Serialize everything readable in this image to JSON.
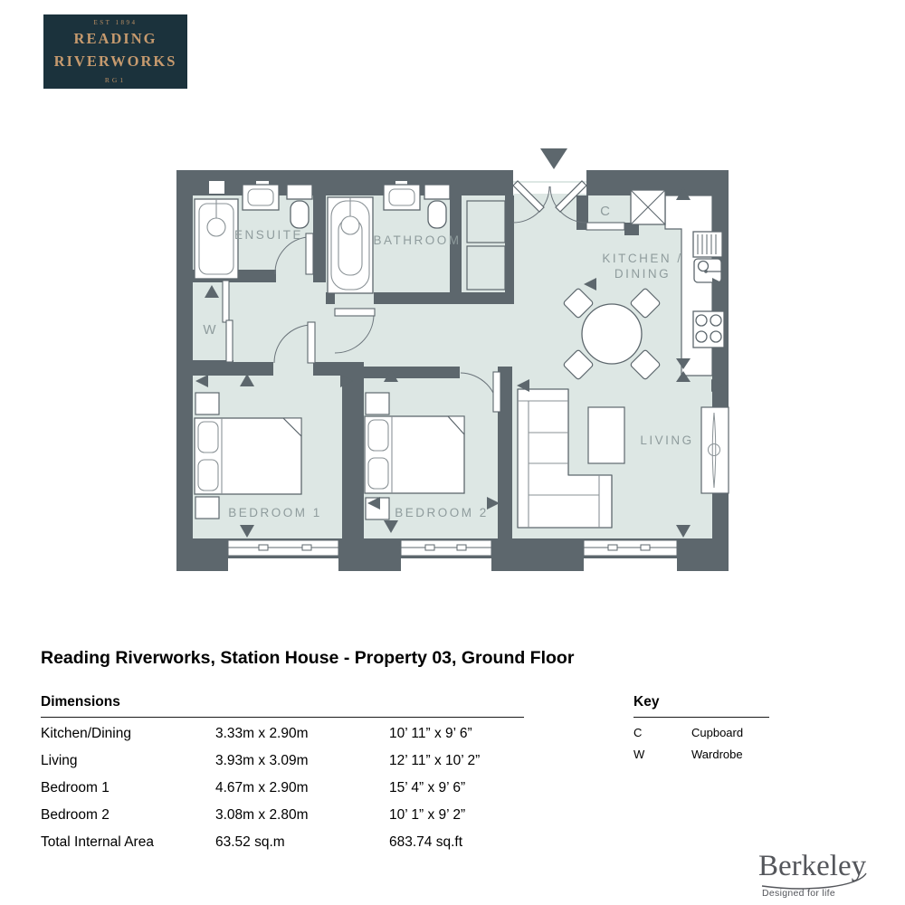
{
  "logo": {
    "established": "EST 1894",
    "name_line1": "READING",
    "name_line2": "RIVERWORKS",
    "postcode": "RG1",
    "bg_color": "#1b323c",
    "accent_color": "#c69a6e"
  },
  "plan": {
    "labels": {
      "ensuite": "ENSUITE",
      "bathroom": "BATHROOM",
      "kitchen_line1": "KITCHEN /",
      "kitchen_line2": "DINING",
      "living": "LIVING",
      "bedroom1": "BEDROOM 1",
      "bedroom2": "BEDROOM 2",
      "wardrobe_symbol": "W",
      "cupboard_symbol": "C"
    },
    "colors": {
      "wall": "#5d676d",
      "floor": "#dde7e4",
      "label_text": "#8f9c9d"
    }
  },
  "title": "Reading Riverworks, Station House - Property 03, Ground Floor",
  "dimensions_table": {
    "heading": "Dimensions",
    "rows": [
      {
        "room": "Kitchen/Dining",
        "metric": "3.33m x 2.90m",
        "imperial": "10’ 11” x 9’ 6”"
      },
      {
        "room": "Living",
        "metric": "3.93m x 3.09m",
        "imperial": "12’ 11” x 10’ 2”"
      },
      {
        "room": "Bedroom 1",
        "metric": "4.67m x 2.90m",
        "imperial": "15’ 4” x 9’ 6”"
      },
      {
        "room": "Bedroom 2",
        "metric": "3.08m x 2.80m",
        "imperial": "10’ 1” x 9’ 2”"
      },
      {
        "room": "Total Internal Area",
        "metric": "63.52 sq.m",
        "imperial": "683.74 sq.ft"
      }
    ]
  },
  "key": {
    "heading": "Key",
    "items": [
      {
        "symbol": "C",
        "label": "Cupboard"
      },
      {
        "symbol": "W",
        "label": "Wardrobe"
      }
    ]
  },
  "brand": {
    "name": "Berkeley",
    "tagline": "Designed for life"
  }
}
